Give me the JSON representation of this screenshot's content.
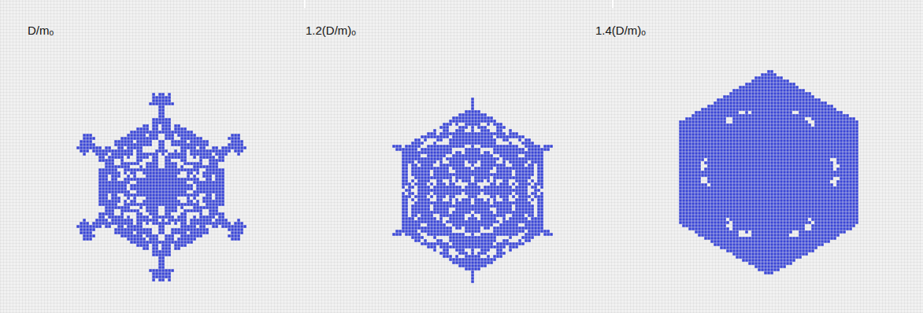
{
  "diagram": {
    "labels": [
      "D/mₒ",
      "1.2(D/m)ₒ",
      "1.4(D/m)ₒ"
    ]
  }
}
